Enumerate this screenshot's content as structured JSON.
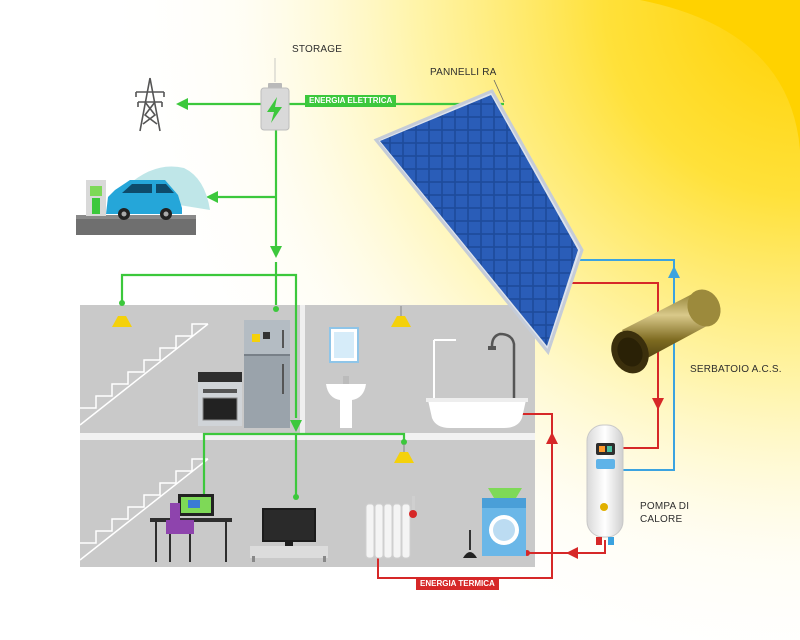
{
  "labels": {
    "storage": "STORAGE",
    "panels": "PANNELLI RA",
    "tank": "SERBATOIO A.C.S.",
    "heatpump_line1": "POMPA DI",
    "heatpump_line2": "CALORE",
    "electric_energy": "ENERGIA ELETTRICA",
    "thermal_energy": "ENERGIA TERMICA"
  },
  "colors": {
    "electric": "#3cc83c",
    "thermal": "#d62828",
    "cold_water": "#3ba3e0",
    "sun": "#ffe24d",
    "wall": "#c9c9c9",
    "panel": "#1f4fa0"
  },
  "icons": [
    "power-pylon-icon",
    "battery-storage-icon",
    "electric-car-charging-icon",
    "solar-panel-icon",
    "water-tank-icon",
    "heat-pump-icon",
    "ceiling-lamp-icon",
    "refrigerator-icon",
    "oven-icon",
    "mirror-icon",
    "sink-icon",
    "bathtub-icon",
    "shower-icon",
    "desk-computer-icon",
    "television-icon",
    "radiator-icon",
    "washing-machine-icon",
    "plunger-icon"
  ]
}
